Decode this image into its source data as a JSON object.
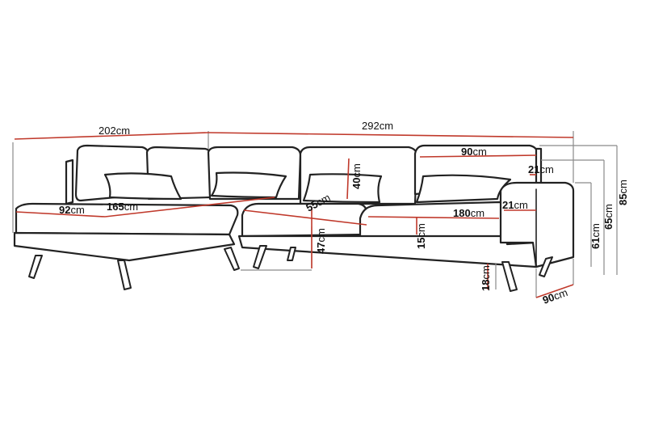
{
  "diagram": {
    "accent_color": "#c0392b",
    "guide_color": "#8a8a8a",
    "outline_color": "#222222"
  },
  "dimensions": {
    "overall_left_width": {
      "value": "202",
      "unit": "cm"
    },
    "overall_width": {
      "value": "292",
      "unit": "cm"
    },
    "back_cushion_width": {
      "value": "90",
      "unit": "cm"
    },
    "back_cushion_thickness": {
      "value": "21",
      "unit": "cm"
    },
    "total_height": {
      "value": "85",
      "unit": "cm"
    },
    "backrest_height": {
      "value": "65",
      "unit": "cm"
    },
    "arm_height": {
      "value": "61",
      "unit": "cm"
    },
    "arm_width": {
      "value": "21",
      "unit": "cm"
    },
    "seat_width": {
      "value": "180",
      "unit": "cm"
    },
    "seat_depth": {
      "value": "55",
      "unit": "cm"
    },
    "back_cushion_height": {
      "value": "40",
      "unit": "cm"
    },
    "seat_height": {
      "value": "47",
      "unit": "cm"
    },
    "cushion_thickness": {
      "value": "15",
      "unit": "cm"
    },
    "leg_height": {
      "value": "18",
      "unit": "cm"
    },
    "depth": {
      "value": "90",
      "unit": "cm"
    },
    "chaise_width": {
      "value": "92",
      "unit": "cm"
    },
    "chaise_length": {
      "value": "165",
      "unit": "cm"
    }
  }
}
